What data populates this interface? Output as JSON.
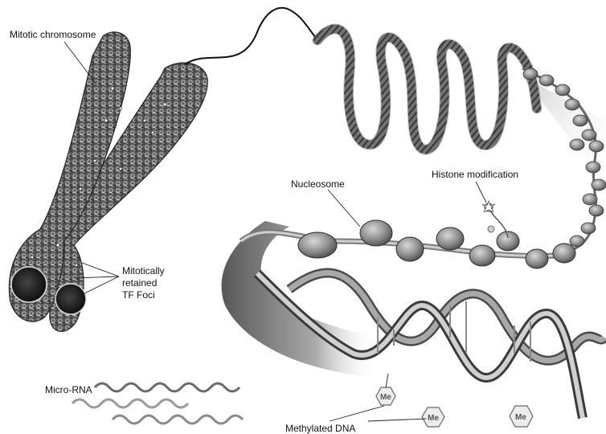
{
  "labels": {
    "mitotic_chromosome": "Mitotic chromosome",
    "tf_foci_line1": "Mitotically",
    "tf_foci_line2": "retained",
    "tf_foci_line3": "TF Foci",
    "nucleosome": "Nucleosome",
    "histone_modification": "Histone modification",
    "micro_rna": "Micro-RNA",
    "methylated_dna": "Methylated DNA"
  },
  "methyl_tags": [
    "Me",
    "Me",
    "Me"
  ]
}
